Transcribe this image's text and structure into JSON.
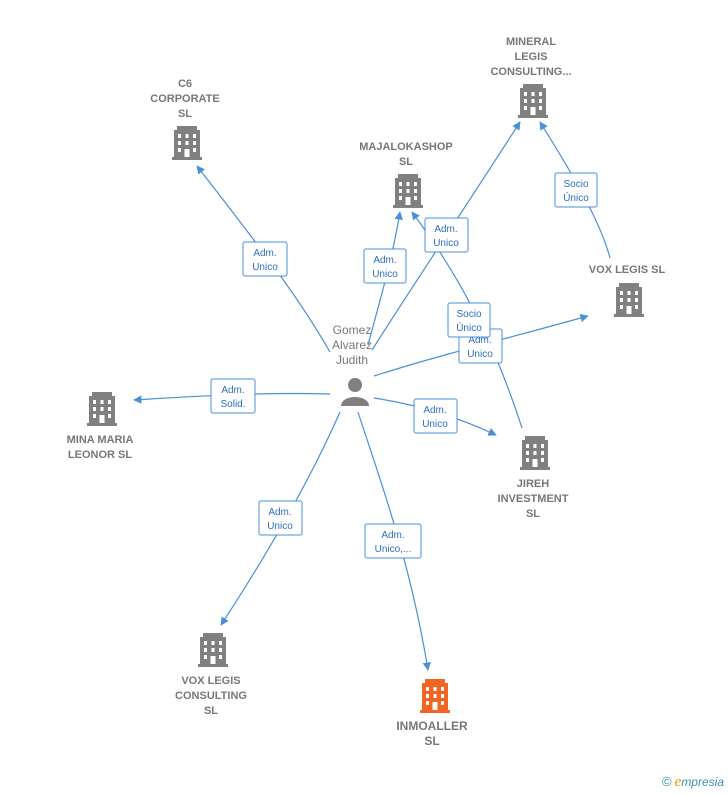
{
  "person": {
    "name_lines": [
      "Gomez",
      "Alvarez",
      "Judith"
    ]
  },
  "companies": [
    {
      "id": "c6",
      "lines": [
        "C6",
        "CORPORATE",
        "SL"
      ],
      "highlight": false
    },
    {
      "id": "mineral",
      "lines": [
        "MINERAL",
        "LEGIS",
        "CONSULTING..."
      ],
      "highlight": false
    },
    {
      "id": "majalokashop",
      "lines": [
        "MAJALOKASHOP",
        "SL"
      ],
      "highlight": false
    },
    {
      "id": "voxlegis",
      "lines": [
        "VOX LEGIS  SL"
      ],
      "highlight": false
    },
    {
      "id": "minamaria",
      "lines": [
        "MINA MARIA",
        "LEONOR SL"
      ],
      "highlight": false
    },
    {
      "id": "jireh",
      "lines": [
        "JIREH",
        "INVESTMENT",
        "SL"
      ],
      "highlight": false
    },
    {
      "id": "voxconsulting",
      "lines": [
        "VOX LEGIS",
        "CONSULTING",
        "SL"
      ],
      "highlight": false
    },
    {
      "id": "inmoaller",
      "lines": [
        "INMOALLER",
        "SL"
      ],
      "highlight": true
    }
  ],
  "relations": [
    {
      "id": "r-c6",
      "lines": [
        "Adm.",
        "Unico"
      ]
    },
    {
      "id": "r-majalokashop",
      "lines": [
        "Adm.",
        "Unico"
      ]
    },
    {
      "id": "r-mineral",
      "lines": [
        "Adm.",
        "Unico"
      ]
    },
    {
      "id": "r-vox-mineral",
      "lines": [
        "Socio",
        "Único"
      ]
    },
    {
      "id": "r-jireh-maja",
      "lines": [
        "Socio",
        "Único"
      ]
    },
    {
      "id": "r-voxlegis",
      "lines": [
        "Adm.",
        "Unico"
      ]
    },
    {
      "id": "r-minamaria",
      "lines": [
        "Adm.",
        "Solid."
      ]
    },
    {
      "id": "r-jireh",
      "lines": [
        "Adm.",
        "Unico"
      ]
    },
    {
      "id": "r-voxconsulting",
      "lines": [
        "Adm.",
        "Unico"
      ]
    },
    {
      "id": "r-inmoaller",
      "lines": [
        "Adm.",
        "Unico,..."
      ]
    }
  ],
  "colors": {
    "edge": "#4a90d9",
    "building": "#808080",
    "building_highlight": "#f26522"
  },
  "brand": {
    "copyright_symbol": "©",
    "first_letter": "e",
    "rest": "mpresia"
  }
}
